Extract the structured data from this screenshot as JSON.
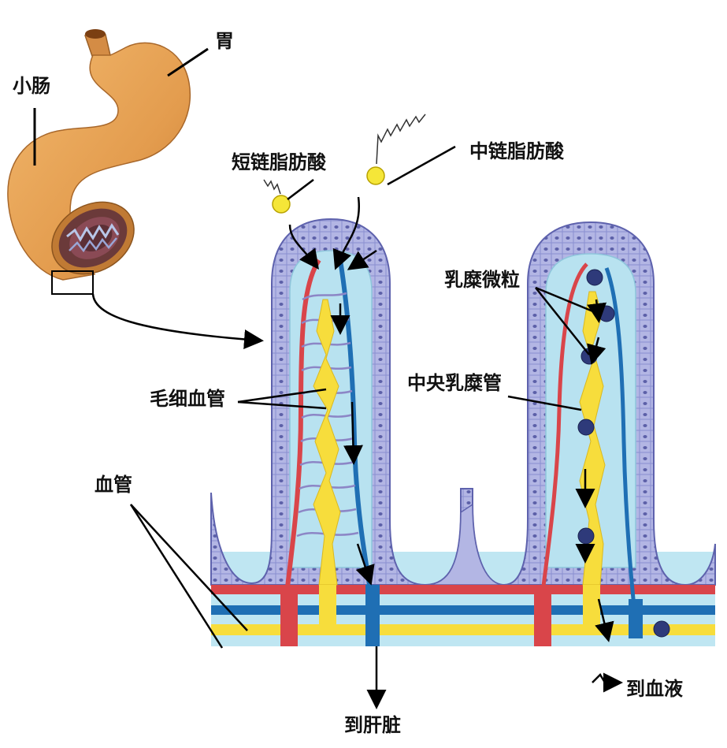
{
  "labels": {
    "stomach": "胃",
    "small_intestine": "小肠",
    "short_chain_fa": "短链脂肪酸",
    "medium_chain_fa": "中链脂肪酸",
    "chylomicron": "乳糜微粒",
    "capillary": "毛细血管",
    "central_lacteal": "中央乳糜管",
    "blood_vessel": "血管",
    "to_liver": "到肝脏",
    "to_blood": "到血液"
  },
  "colors": {
    "epithelium": "#aeb2e2",
    "epithelium_edge": "#6a6fb8",
    "lamina": "#b8e2f0",
    "capillary_red": "#d9454a",
    "capillary_blue": "#1f6fb4",
    "lacteal_yellow": "#f7dd3c",
    "chylomicron_dot": "#2e3a7a",
    "stomach": "#e8a356"
  }
}
